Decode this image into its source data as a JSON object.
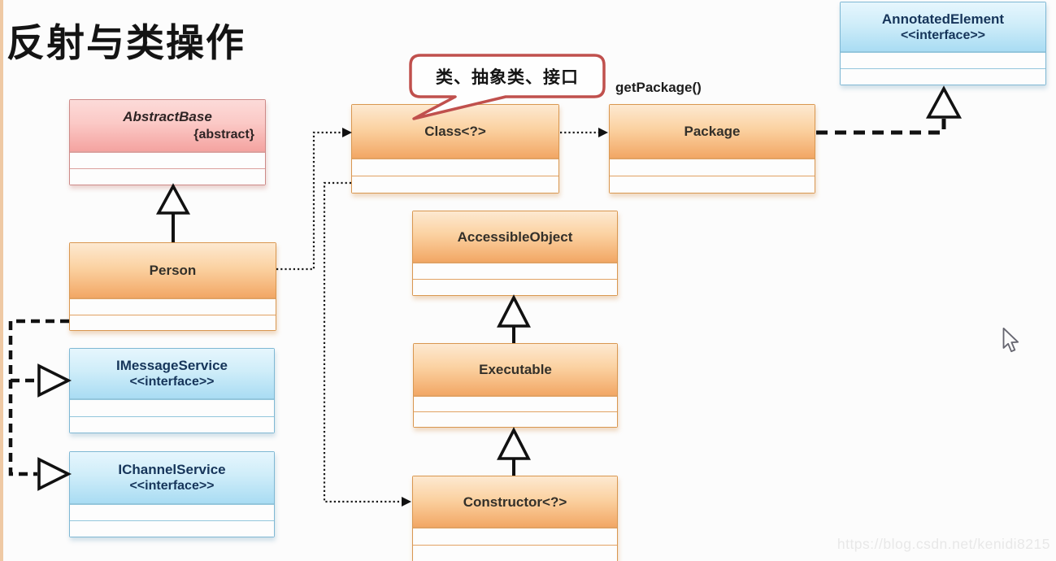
{
  "page": {
    "title": "反射与类操作",
    "watermark": "https://blog.csdn.net/kenidi8215"
  },
  "callout": {
    "text": "类、抽象类、接口"
  },
  "annotations": {
    "get_package": "getPackage()"
  },
  "classes": {
    "abstract_base": {
      "name": "AbstractBase",
      "stereotype": "{abstract}"
    },
    "person": {
      "name": "Person"
    },
    "imessage_service": {
      "name": "IMessageService",
      "stereotype": "<<interface>>"
    },
    "ichannel_service": {
      "name": "IChannelService",
      "stereotype": "<<interface>>"
    },
    "class_ref": {
      "name": "Class<?>"
    },
    "package": {
      "name": "Package"
    },
    "annotated_element": {
      "name": "AnnotatedElement",
      "stereotype": "<<interface>>"
    },
    "accessible_object": {
      "name": "AccessibleObject"
    },
    "executable": {
      "name": "Executable"
    },
    "constructor": {
      "name": "Constructor<?>"
    }
  },
  "relations": [
    {
      "from": "Person",
      "to": "AbstractBase",
      "type": "generalization"
    },
    {
      "from": "Person",
      "to": "IMessageService",
      "type": "realization"
    },
    {
      "from": "Person",
      "to": "IChannelService",
      "type": "realization"
    },
    {
      "from": "Person",
      "to": "Class<?>",
      "type": "dependency"
    },
    {
      "from": "Class<?>",
      "to": "Package",
      "type": "dependency",
      "label": "getPackage()"
    },
    {
      "from": "Class<?>",
      "to": "Constructor<?>",
      "type": "dependency"
    },
    {
      "from": "Package",
      "to": "AnnotatedElement",
      "type": "realization"
    },
    {
      "from": "Executable",
      "to": "AccessibleObject",
      "type": "generalization"
    },
    {
      "from": "Constructor<?>",
      "to": "Executable",
      "type": "generalization"
    }
  ],
  "colors": {
    "orange_header": "#f2a765",
    "pink_header": "#f4a3a0",
    "blue_header": "#a9dcf3",
    "callout_border": "#c0504d",
    "connector": "#111111",
    "background": "#fcfcfc",
    "watermark_gray": "#e8e8e8"
  }
}
